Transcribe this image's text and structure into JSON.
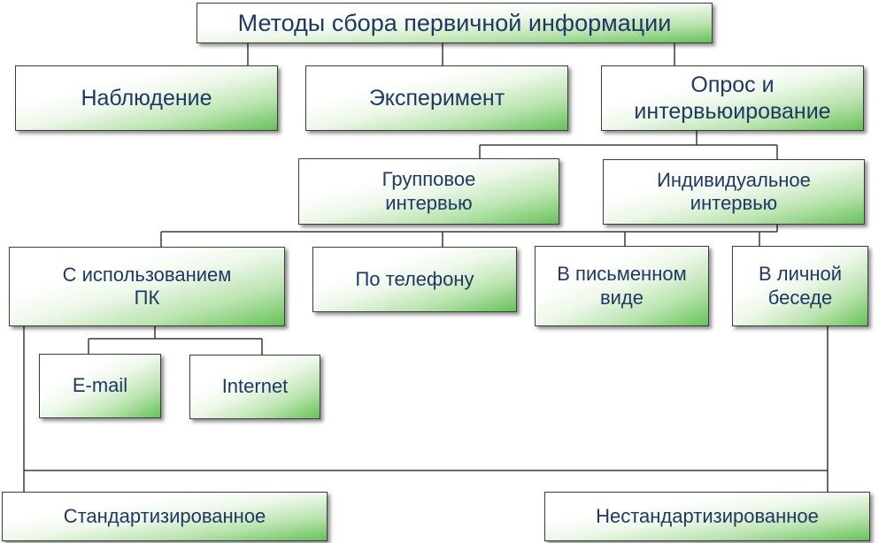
{
  "diagram": {
    "root": "Методы сбора первичной информации",
    "methods": {
      "observation": "Наблюдение",
      "experiment": "Эксперимент",
      "survey": "Опрос и\nинтервьюирование"
    },
    "interview_types": {
      "group": "Групповое\nинтервью",
      "individual": "Индивидуальное\nинтервью"
    },
    "channels": {
      "pc": "С использованием\nПК",
      "phone": "По телефону",
      "written": "В письменном\nвиде",
      "personal": "В личной\nбеседе"
    },
    "pc_subtypes": {
      "email": "E-mail",
      "internet": "Internet"
    },
    "formats": {
      "standard": "Стандартизированное",
      "nonstandard": "Нестандартизированное"
    }
  }
}
